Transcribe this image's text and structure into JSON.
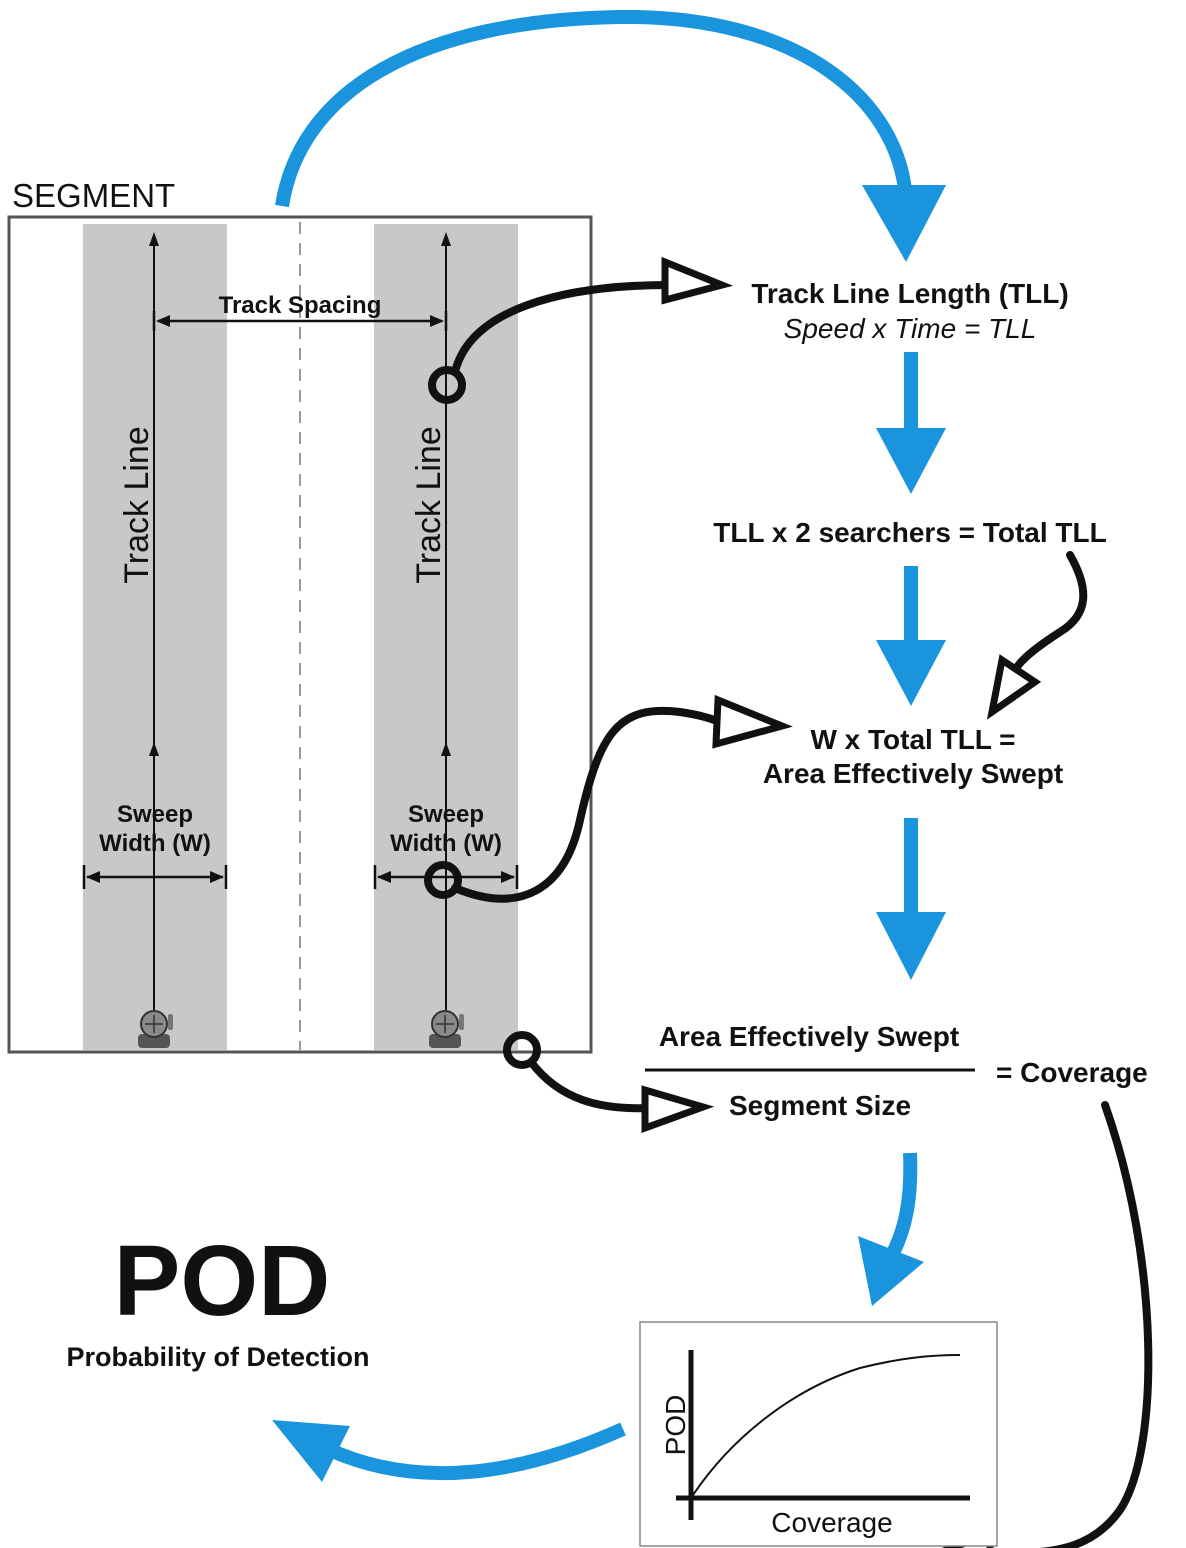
{
  "segment": {
    "title": "SEGMENT",
    "track_spacing_label": "Track Spacing",
    "track_line_label_left": "Track Line",
    "track_line_label_right": "Track Line",
    "sweep_width_left_line1": "Sweep",
    "sweep_width_left_line2": "Width (W)",
    "sweep_width_right_line1": "Sweep",
    "sweep_width_right_line2": "Width (W)"
  },
  "flow": {
    "tll_title": "Track Line Length (TLL)",
    "tll_formula": "Speed x Time = TLL",
    "total_tll": "TLL x 2 searchers = Total TLL",
    "aes_line1": "W x Total TLL =",
    "aes_line2": "Area Effectively Swept",
    "fraction_numerator": "Area Effectively Swept",
    "fraction_denominator": "Segment Size",
    "coverage_result": "= Coverage"
  },
  "pod": {
    "title": "POD",
    "subtitle": "Probability of Detection"
  },
  "mini_chart": {
    "ylabel": "POD",
    "xlabel": "Coverage"
  },
  "colors": {
    "flow_arrow": "#1a95dd",
    "strip": "#c8c8c8",
    "frame": "#555555"
  },
  "icons": [
    "searcher-icon",
    "searcher-icon"
  ]
}
